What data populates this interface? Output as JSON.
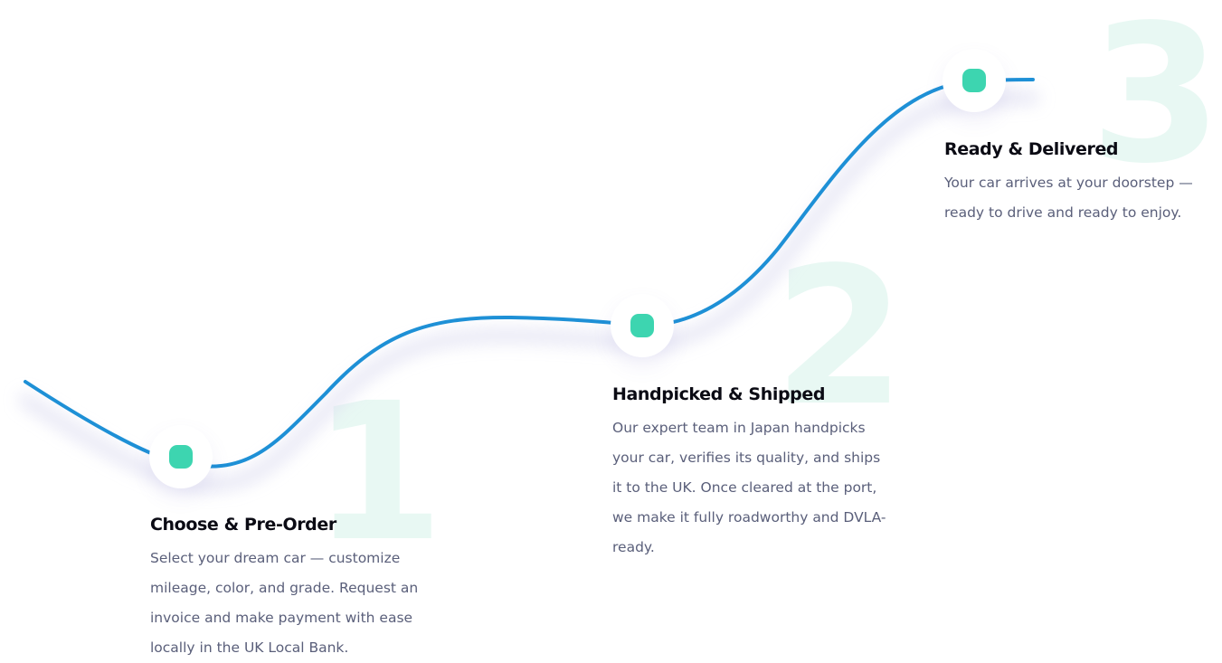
{
  "theme": {
    "path_color": "#1e90d6",
    "dot_color": "#3dd5b0",
    "number_color": "#e8f8f3",
    "heading_color": "#0b0b14",
    "body_color": "#5a5f7a"
  },
  "steps": [
    {
      "number": "1",
      "title": "Choose & Pre-Order",
      "description": "Select your dream car — customize mileage, color, and grade. Request an invoice and make payment with ease locally in the UK Local Bank."
    },
    {
      "number": "2",
      "title": "Handpicked & Shipped",
      "description": "Our expert team in Japan handpicks your car, verifies its quality, and ships it to the UK. Once cleared at the port, we make it fully roadworthy and DVLA-ready."
    },
    {
      "number": "3",
      "title": "Ready & Delivered",
      "description": "Your car arrives at your doorstep — ready to drive and ready to enjoy."
    }
  ]
}
